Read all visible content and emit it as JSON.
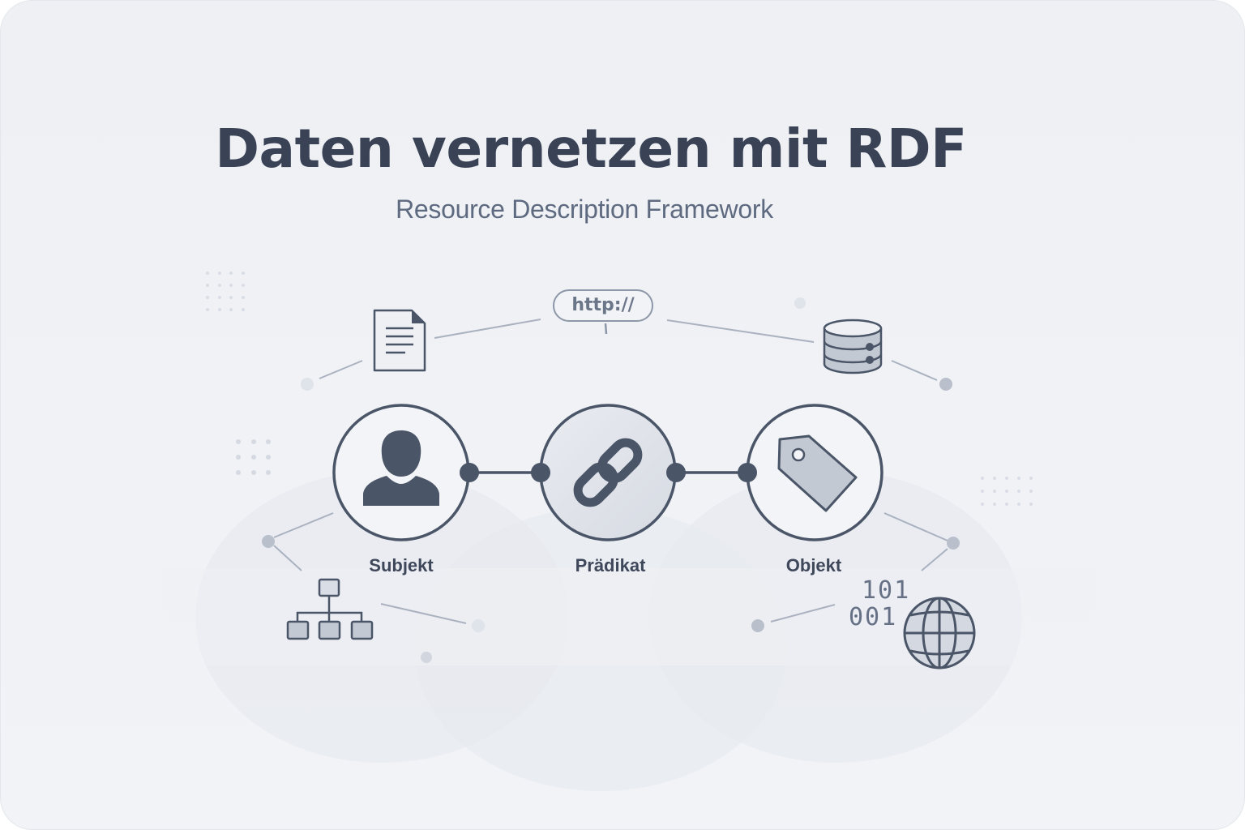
{
  "header": {
    "title": "Daten vernetzen mit RDF",
    "subtitle": "Resource Description Framework"
  },
  "triple": {
    "subject": {
      "label": "Subjekt",
      "icon": "person-icon"
    },
    "predicate": {
      "label": "Prädikat",
      "icon": "link-chain-icon"
    },
    "object": {
      "label": "Objekt",
      "icon": "tag-icon"
    }
  },
  "decorations": {
    "http_bubble": "http://",
    "binary_line_1": "101",
    "binary_line_2": "001",
    "icons": [
      "document-icon",
      "http-bubble-icon",
      "database-icon",
      "hierarchy-icon",
      "globe-icon"
    ]
  },
  "colors": {
    "background": "#eef0f4",
    "primary_dark": "#4a5568",
    "title_text": "#3a4356",
    "subtitle_text": "#5e6a80",
    "icon_fill_light": "#c3c9d3",
    "connector_line": "#aab2c0",
    "dot_light": "#dfe3ea",
    "dot_mid": "#b9c0cc"
  }
}
